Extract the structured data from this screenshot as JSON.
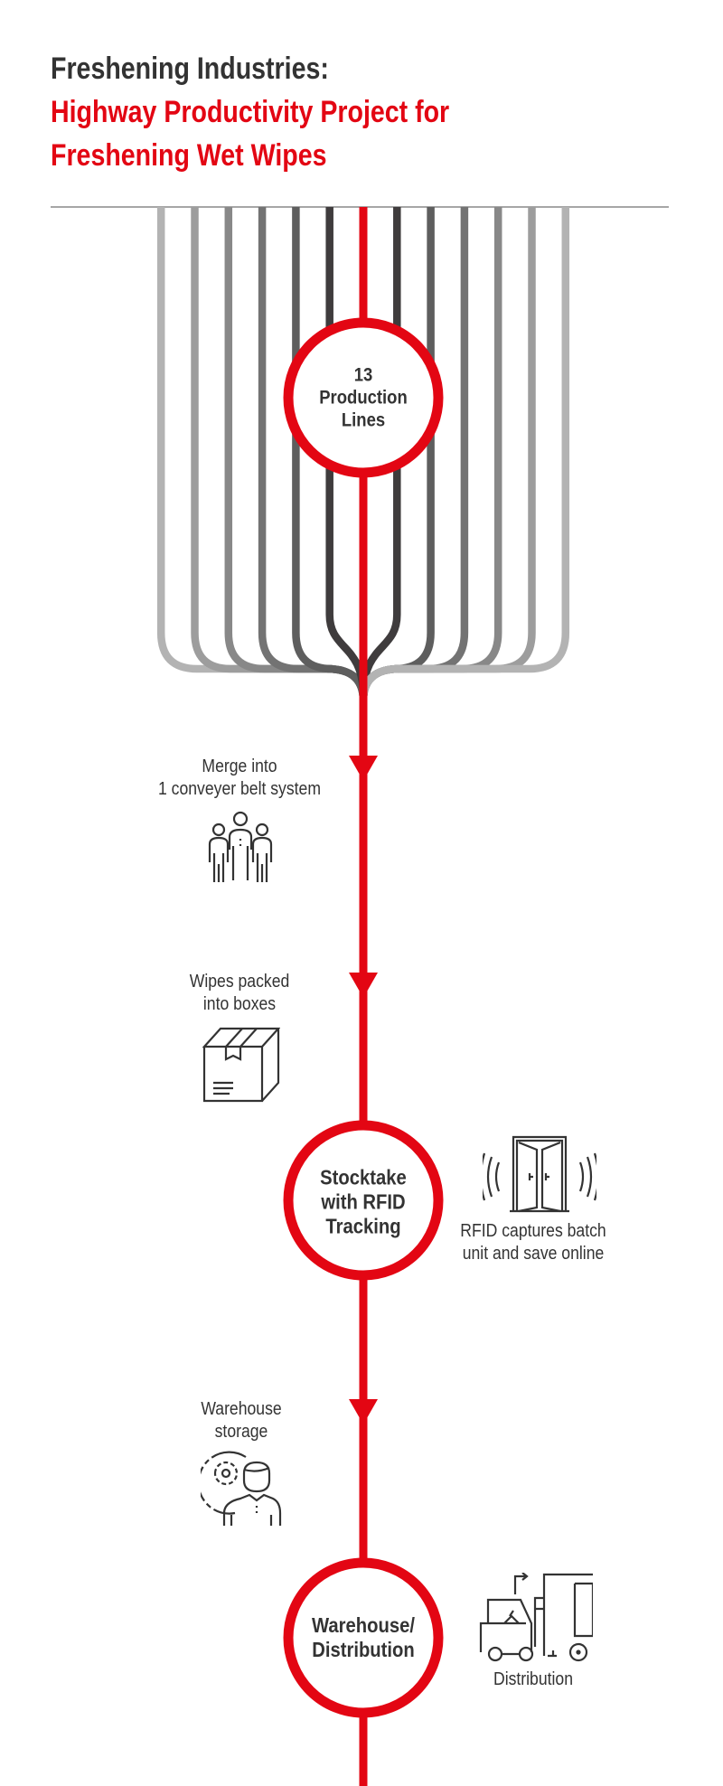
{
  "title": {
    "line1": "Freshening Industries:",
    "line2": "Highway Productivity Project for",
    "line3": "Freshening Wet Wipes"
  },
  "colors": {
    "accent": "#e30613",
    "text": "#333333"
  },
  "production_lines": {
    "count": 13,
    "gray_shades": [
      "#b3b3b3",
      "#9d9d9d",
      "#888888",
      "#737373",
      "#5e5e5e",
      "#3f3c3d",
      "#e30613",
      "#3f3c3d",
      "#5e5e5e",
      "#737373",
      "#888888",
      "#9d9d9d",
      "#b3b3b3"
    ]
  },
  "nodes": {
    "production": {
      "line1": "13",
      "line2": "Production",
      "line3": "Lines"
    },
    "stocktake": {
      "line1": "Stocktake",
      "line2": "with RFID",
      "line3": "Tracking"
    },
    "warehouse": {
      "line1": "Warehouse/",
      "line2": "Distribution"
    }
  },
  "steps": {
    "merge": {
      "line1": "Merge into",
      "line2": "1 conveyer belt system",
      "icon": "people-group-icon"
    },
    "packed": {
      "line1": "Wipes packed",
      "line2": "into boxes",
      "icon": "box-icon"
    },
    "rfid": {
      "line1": "RFID captures batch",
      "line2": "unit and save online",
      "icon": "rfid-door-icon"
    },
    "storage": {
      "line1": "Warehouse",
      "line2": "storage",
      "icon": "worker-gear-icon"
    },
    "distribution": {
      "line1": "Distribution",
      "icon": "forklift-icon"
    }
  }
}
